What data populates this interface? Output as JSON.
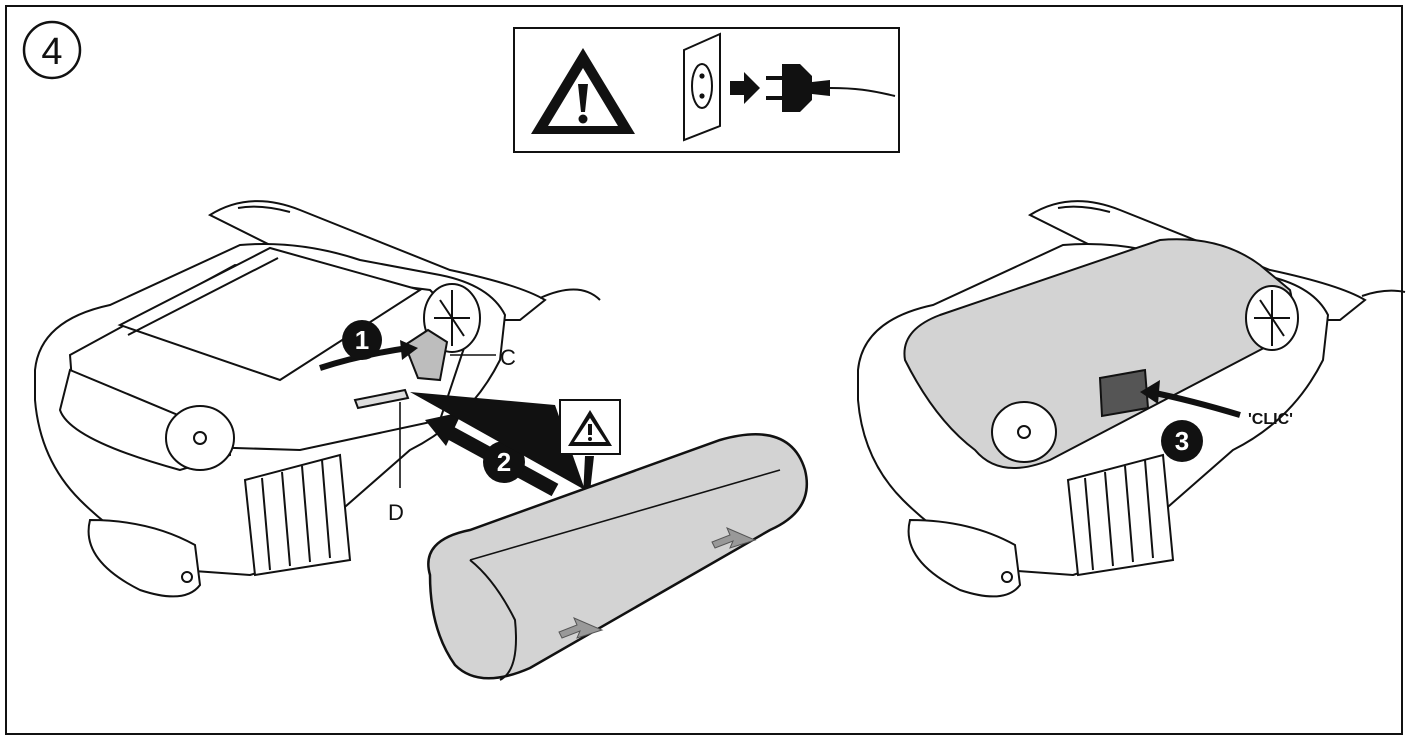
{
  "step_number": "4",
  "callouts": {
    "one": "1",
    "two": "2",
    "three": "3"
  },
  "labels": {
    "c": "C",
    "d": "D",
    "clic": "'CLIC'"
  },
  "icons": {
    "warning": "warning-triangle-icon",
    "socket": "wall-socket-icon",
    "plug": "power-plug-icon",
    "arrow": "arrow-right-icon"
  },
  "colors": {
    "line": "#111111",
    "belt_fill": "#d3d3d3",
    "background": "#ffffff"
  }
}
